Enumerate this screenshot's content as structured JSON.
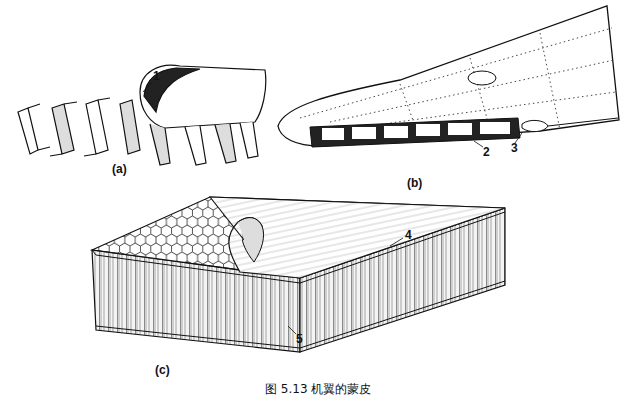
{
  "diagram": {
    "caption": "图 5.13 机翼的蒙皮",
    "labels": [
      "1",
      "(a)",
      "2",
      "3",
      "(b)",
      "4",
      "5",
      "(c)"
    ]
  }
}
